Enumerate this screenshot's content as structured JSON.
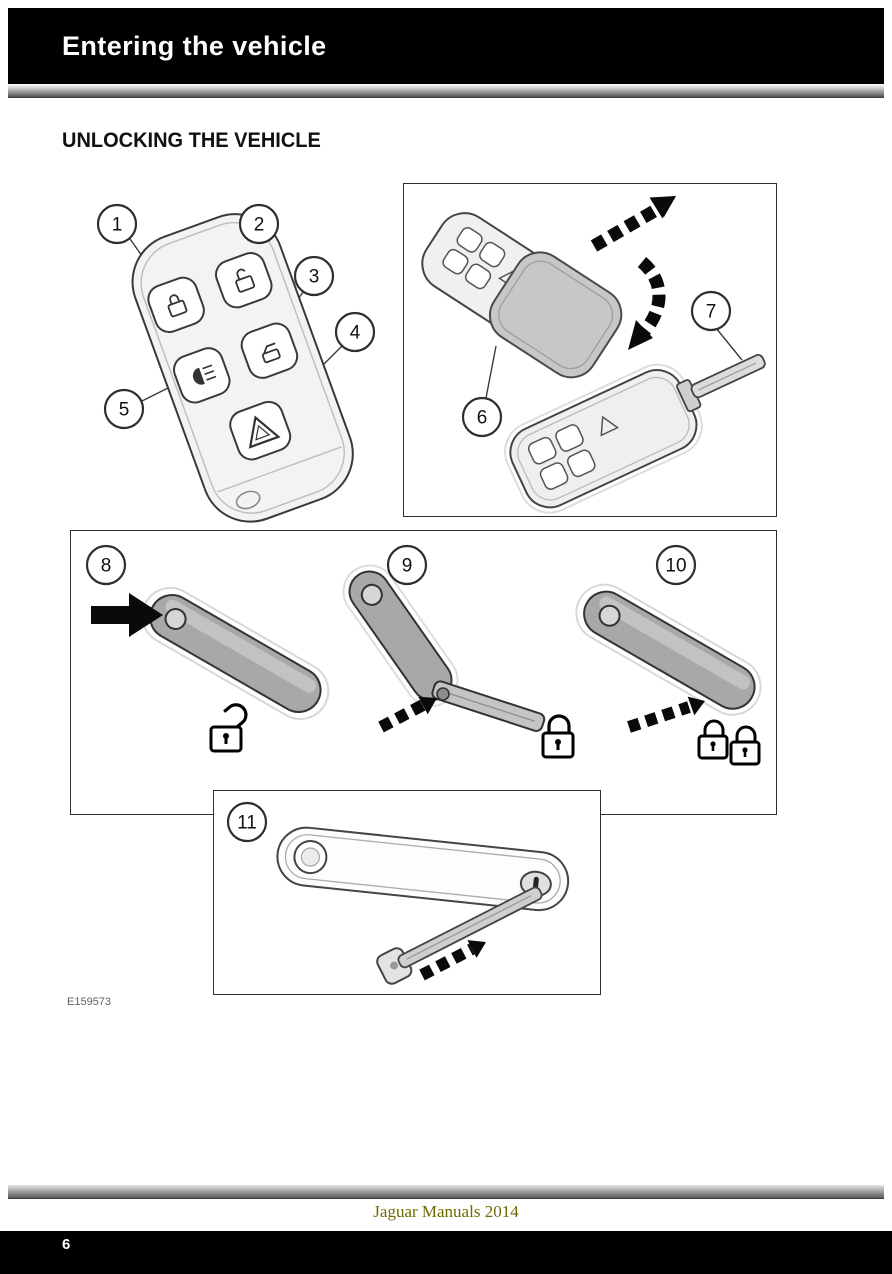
{
  "page": {
    "header_title": "Entering the vehicle",
    "section_title": "UNLOCKING THE VEHICLE",
    "figure_code": "E159573",
    "publication": "Jaguar Manuals 2014",
    "page_number": "6"
  },
  "figure": {
    "callouts": [
      "1",
      "2",
      "3",
      "4",
      "5",
      "6",
      "7",
      "8",
      "9",
      "10",
      "11"
    ],
    "icons": [
      "lock-icon",
      "unlock-icon",
      "tailgate-release-icon",
      "headlamp-icon",
      "hazard-triangle-icon",
      "open-padlock-icon",
      "closed-padlock-icon",
      "double-lock-icon",
      "striped-arrow-icon",
      "solid-arrow-icon",
      "keyhole-icon"
    ]
  },
  "colors": {
    "header_bg": "#000000",
    "publication_text": "#6e6a00",
    "page_bg": "#ffffff"
  }
}
